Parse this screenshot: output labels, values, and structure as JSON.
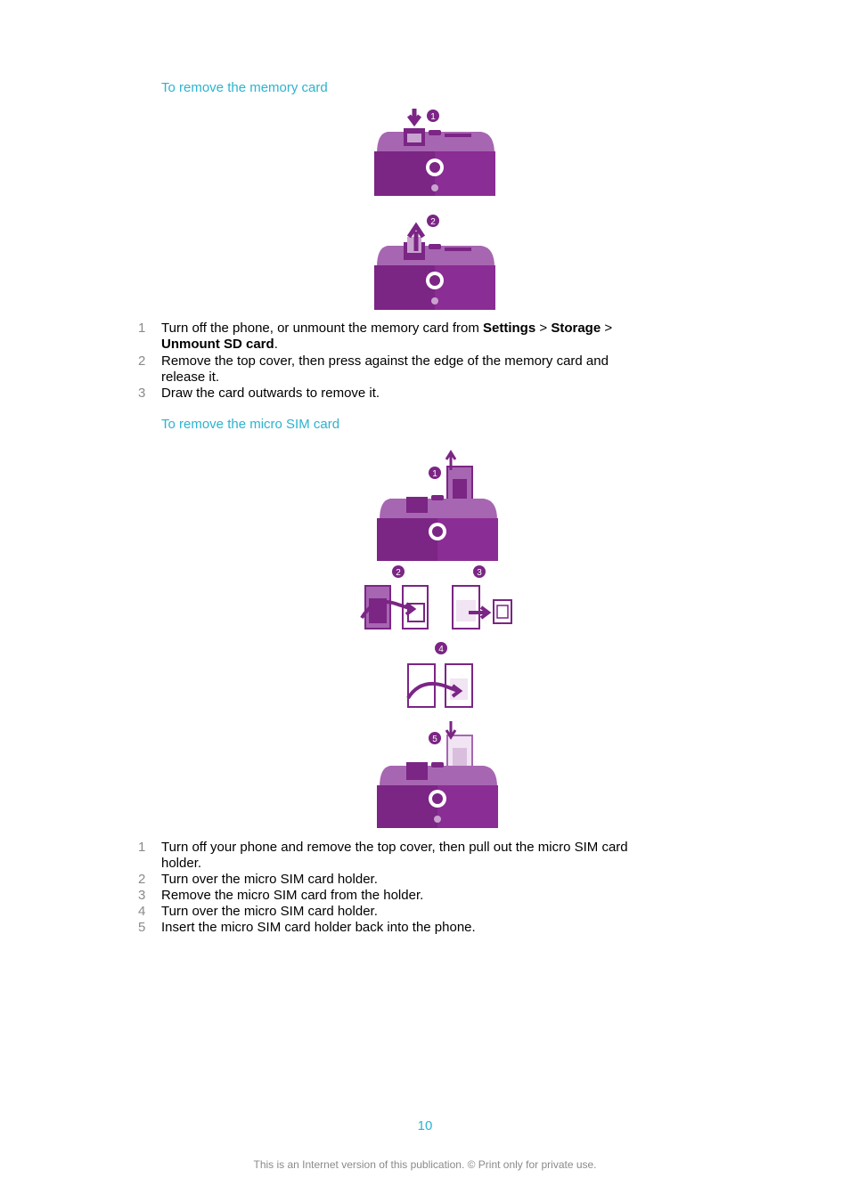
{
  "section1": {
    "heading": "To remove the memory card",
    "steps": [
      {
        "num": "1",
        "parts": [
          "Turn off the phone, or unmount the memory card from ",
          "Settings",
          " > ",
          "Storage",
          " > ",
          "Unmount SD card",
          "."
        ]
      },
      {
        "num": "2",
        "text": "Remove the top cover, then press against the edge of the memory card and release it."
      },
      {
        "num": "3",
        "text": "Draw the card outwards to remove it."
      }
    ],
    "callouts": [
      "1",
      "2"
    ]
  },
  "section2": {
    "heading": "To remove the micro SIM card",
    "steps": [
      {
        "num": "1",
        "text": "Turn off your phone and remove the top cover, then pull out the micro SIM card holder."
      },
      {
        "num": "2",
        "text": "Turn over the micro SIM card holder."
      },
      {
        "num": "3",
        "text": "Remove the micro SIM card from the holder."
      },
      {
        "num": "4",
        "text": "Turn over the micro SIM card holder."
      },
      {
        "num": "5",
        "text": "Insert the micro SIM card holder back into the phone."
      }
    ],
    "callouts": [
      "1",
      "2",
      "3",
      "4",
      "5"
    ]
  },
  "page_number": "10",
  "footer": "This is an Internet version of this publication. © Print only for private use.",
  "colors": {
    "accent": "#2bb3d0",
    "phone_dark": "#7b2585",
    "phone_light": "#a766b1",
    "number_gray": "#8a8a8a"
  }
}
